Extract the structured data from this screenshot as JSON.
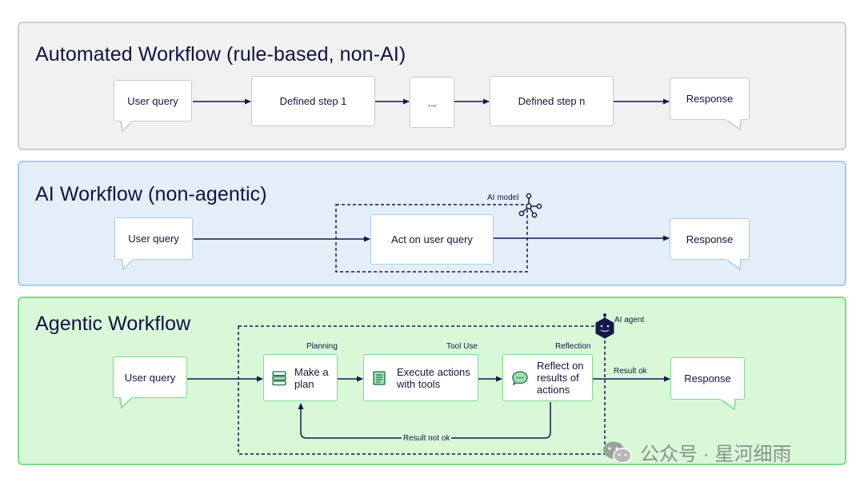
{
  "panels": {
    "automated": {
      "title": "Automated Workflow (rule-based, non-AI)",
      "user_query": "User query",
      "step1": "Defined step 1",
      "ellipsis": "...",
      "stepn": "Defined step n",
      "response": "Response"
    },
    "ai": {
      "title": "AI Workflow (non-agentic)",
      "user_query": "User query",
      "act": "Act on user query",
      "model_label": "AI model",
      "response": "Response"
    },
    "agentic": {
      "title": "Agentic Workflow",
      "user_query": "User query",
      "planning_label": "Planning",
      "plan": "Make a plan",
      "tool_label": "Tool Use",
      "execute": "Execute actions with tools",
      "reflection_label": "Reflection",
      "reflect": "Reflect on results of actions",
      "agent_label": "AI agent",
      "result_ok": "Result ok",
      "result_not_ok": "Result not ok",
      "response": "Response"
    }
  },
  "watermark": "公众号 · 星河细雨",
  "colors": {
    "arrow": "#15184a",
    "panel1_bg": "#f1f1f1",
    "panel2_bg": "#e3eef8",
    "panel3_bg": "#d8f8d8",
    "green_icon": "#3bb76a"
  },
  "icons": [
    "speech-bubble-icon",
    "network-node-icon",
    "hexagon-agent-icon",
    "database-stack-icon",
    "document-list-icon",
    "chat-bubble-icon",
    "wechat-icon"
  ]
}
